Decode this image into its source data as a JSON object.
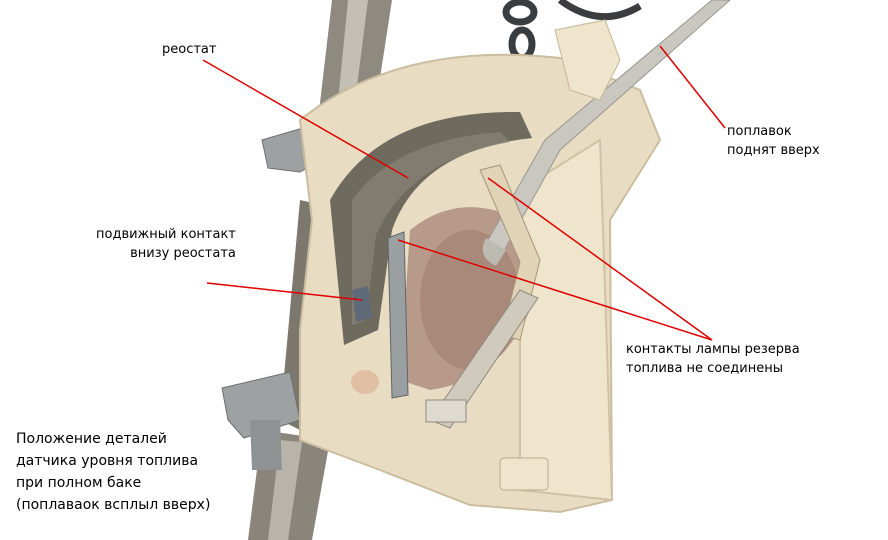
{
  "labels": {
    "rheostat": "реостат",
    "float_line1": "поплавок",
    "float_line2": "поднят вверх",
    "contact_line1": "подвижный контакт",
    "contact_line2": "внизу реостата",
    "lamp_line1": "контакты лампы резерва",
    "lamp_line2": "топлива не соединены"
  },
  "caption": {
    "line1": "Положение деталей",
    "line2": "датчика уровня топлива",
    "line3": "при полном баке",
    "line4": "(поплаваок всплыл вверх)"
  },
  "colors": {
    "background": "#ffffff",
    "pointer_lines": "#e00000",
    "rod": "#c9c7c0",
    "housing": "#e8dcc2",
    "winding": "#6f6a5e",
    "metal": "#a3a6a6"
  }
}
